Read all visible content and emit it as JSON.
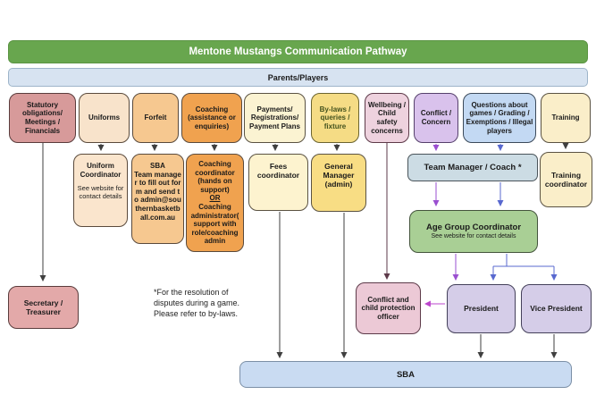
{
  "header": {
    "title": "Mentone Mustangs Communication Pathway"
  },
  "top_bar": {
    "label": "Parents/Players"
  },
  "topics": {
    "statutory": {
      "label": "Statutory obligations/ Meetings / Financials"
    },
    "uniforms": {
      "label": "Uniforms"
    },
    "forfeit": {
      "label": "Forfeit"
    },
    "coaching": {
      "label": "Coaching (assistance or enquiries)"
    },
    "payments": {
      "label": "Payments/ Registrations/ Payment Plans"
    },
    "bylaws": {
      "label": "By-laws / queries / fixture"
    },
    "wellbeing": {
      "label": "Wellbeing / Child safety concerns"
    },
    "conflict_concern": {
      "label": "Conflict / Concern"
    },
    "questions": {
      "label": "Questions about games / Grading / Exemptions / Illegal players"
    },
    "training": {
      "label": "Training"
    }
  },
  "contacts": {
    "uniform_coordinator": {
      "title": "Uniform Coordinator",
      "sub": "See website for contact details"
    },
    "sba_team": {
      "title": "SBA",
      "body": "Team manager to fill out form and send to admin@southernbasketball.com.au"
    },
    "coaching_coordinator": {
      "part1": "Coaching coordinator (hands on support)",
      "or_label": "OR",
      "part2": "Coaching administrator( support with role/coaching admin"
    },
    "fees": {
      "label": "Fees coordinator"
    },
    "general_manager": {
      "label": "General Manager (admin)"
    },
    "team_manager": {
      "label": "Team Manager / Coach *"
    },
    "training_coordinator": {
      "label": "Training coordinator"
    }
  },
  "escalation": {
    "age_group": {
      "title": "Age Group Coordinator",
      "sub": "See website for contact details"
    },
    "conflict_officer": {
      "label": "Conflict and child protection officer"
    },
    "president": {
      "label": "President"
    },
    "vice_president": {
      "label": "Vice President"
    },
    "secretary": {
      "label": "Secretary / Treasurer"
    }
  },
  "note": {
    "text": "*For the resolution of disputes during a game. Please refer to by-laws."
  },
  "footer": {
    "sba": "SBA"
  },
  "colors": {
    "title_bar": "#68a64e",
    "parents_bar": "#d7e3f1",
    "statutory": "#d79a9a",
    "uniforms": "#f8e3cb",
    "forfeit": "#f6c890",
    "coaching": "#f0a24f",
    "payments": "#fbf3d2",
    "bylaws": "#f5dc85",
    "bylaws_text": "#45531e",
    "wellbeing": "#eed2de",
    "conflict_concern": "#d9c2ec",
    "questions": "#c3d9f3",
    "training": "#faeec9",
    "team_manager": "#ccdce4",
    "general_manager": "#f8dd84",
    "age_group": "#a9cf95",
    "conflict_officer": "#ecc9d6",
    "president": "#d5cde8",
    "secretary": "#e3a9a9",
    "sba_bar": "#c9dbf2",
    "arrow_dark": "#3f3f3f",
    "arrow_purple": "#9a4fd0",
    "arrow_blue": "#5868cf",
    "arrow_maroon": "#5d3a49",
    "arrow_magenta": "#bb44cc"
  }
}
